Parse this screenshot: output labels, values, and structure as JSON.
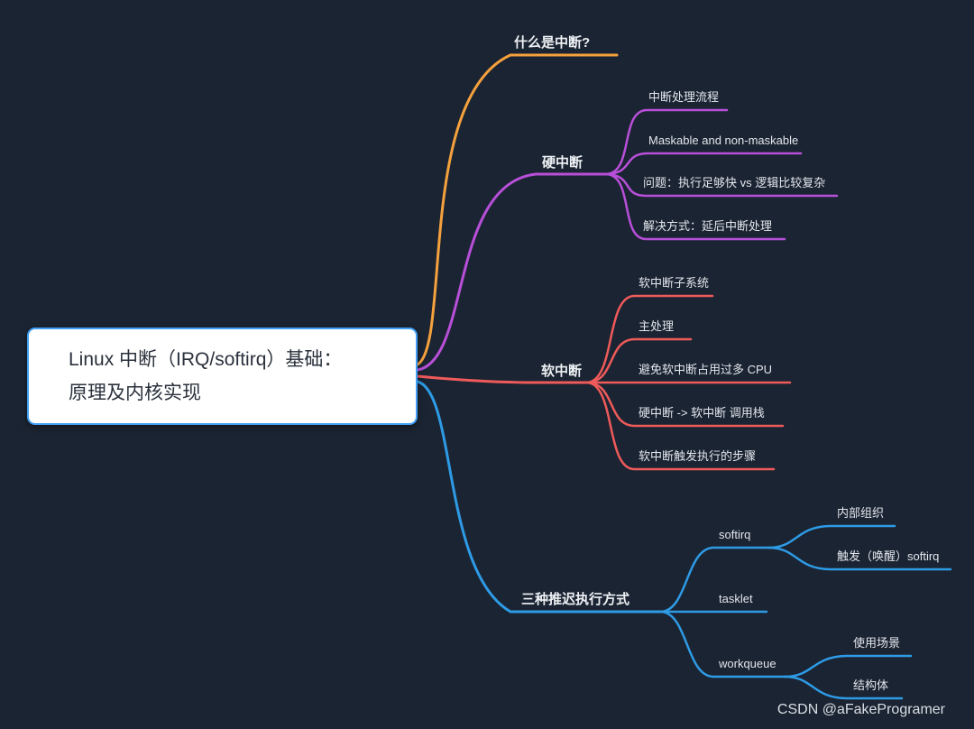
{
  "root": {
    "line1": "Linux 中断（IRQ/softirq）基础：",
    "line2": "原理及内核实现"
  },
  "branches": [
    {
      "label": "什么是中断?",
      "color": "#f5a13d",
      "children": []
    },
    {
      "label": "硬中断",
      "color": "#b84fd9",
      "children": [
        {
          "label": "中断处理流程"
        },
        {
          "label": "Maskable and non-maskable"
        },
        {
          "label": "问题：执行足够快 vs 逻辑比较复杂"
        },
        {
          "label": "解决方式：延后中断处理"
        }
      ]
    },
    {
      "label": "软中断",
      "color": "#ef5a5a",
      "children": [
        {
          "label": "软中断子系统"
        },
        {
          "label": "主处理"
        },
        {
          "label": "避免软中断占用过多 CPU"
        },
        {
          "label": "硬中断 -> 软中断 调用栈"
        },
        {
          "label": "软中断触发执行的步骤"
        }
      ]
    },
    {
      "label": "三种推迟执行方式",
      "color": "#2e9be6",
      "children": [
        {
          "label": "softirq",
          "children": [
            {
              "label": "内部组织"
            },
            {
              "label": "触发（唤醒）softirq"
            }
          ]
        },
        {
          "label": "tasklet"
        },
        {
          "label": "workqueue",
          "children": [
            {
              "label": "使用场景"
            },
            {
              "label": "结构体"
            }
          ]
        }
      ]
    }
  ],
  "colors": {
    "background": "#1b2432",
    "root_border": "#41a0f5"
  },
  "watermark": "CSDN @aFakeProgramer"
}
